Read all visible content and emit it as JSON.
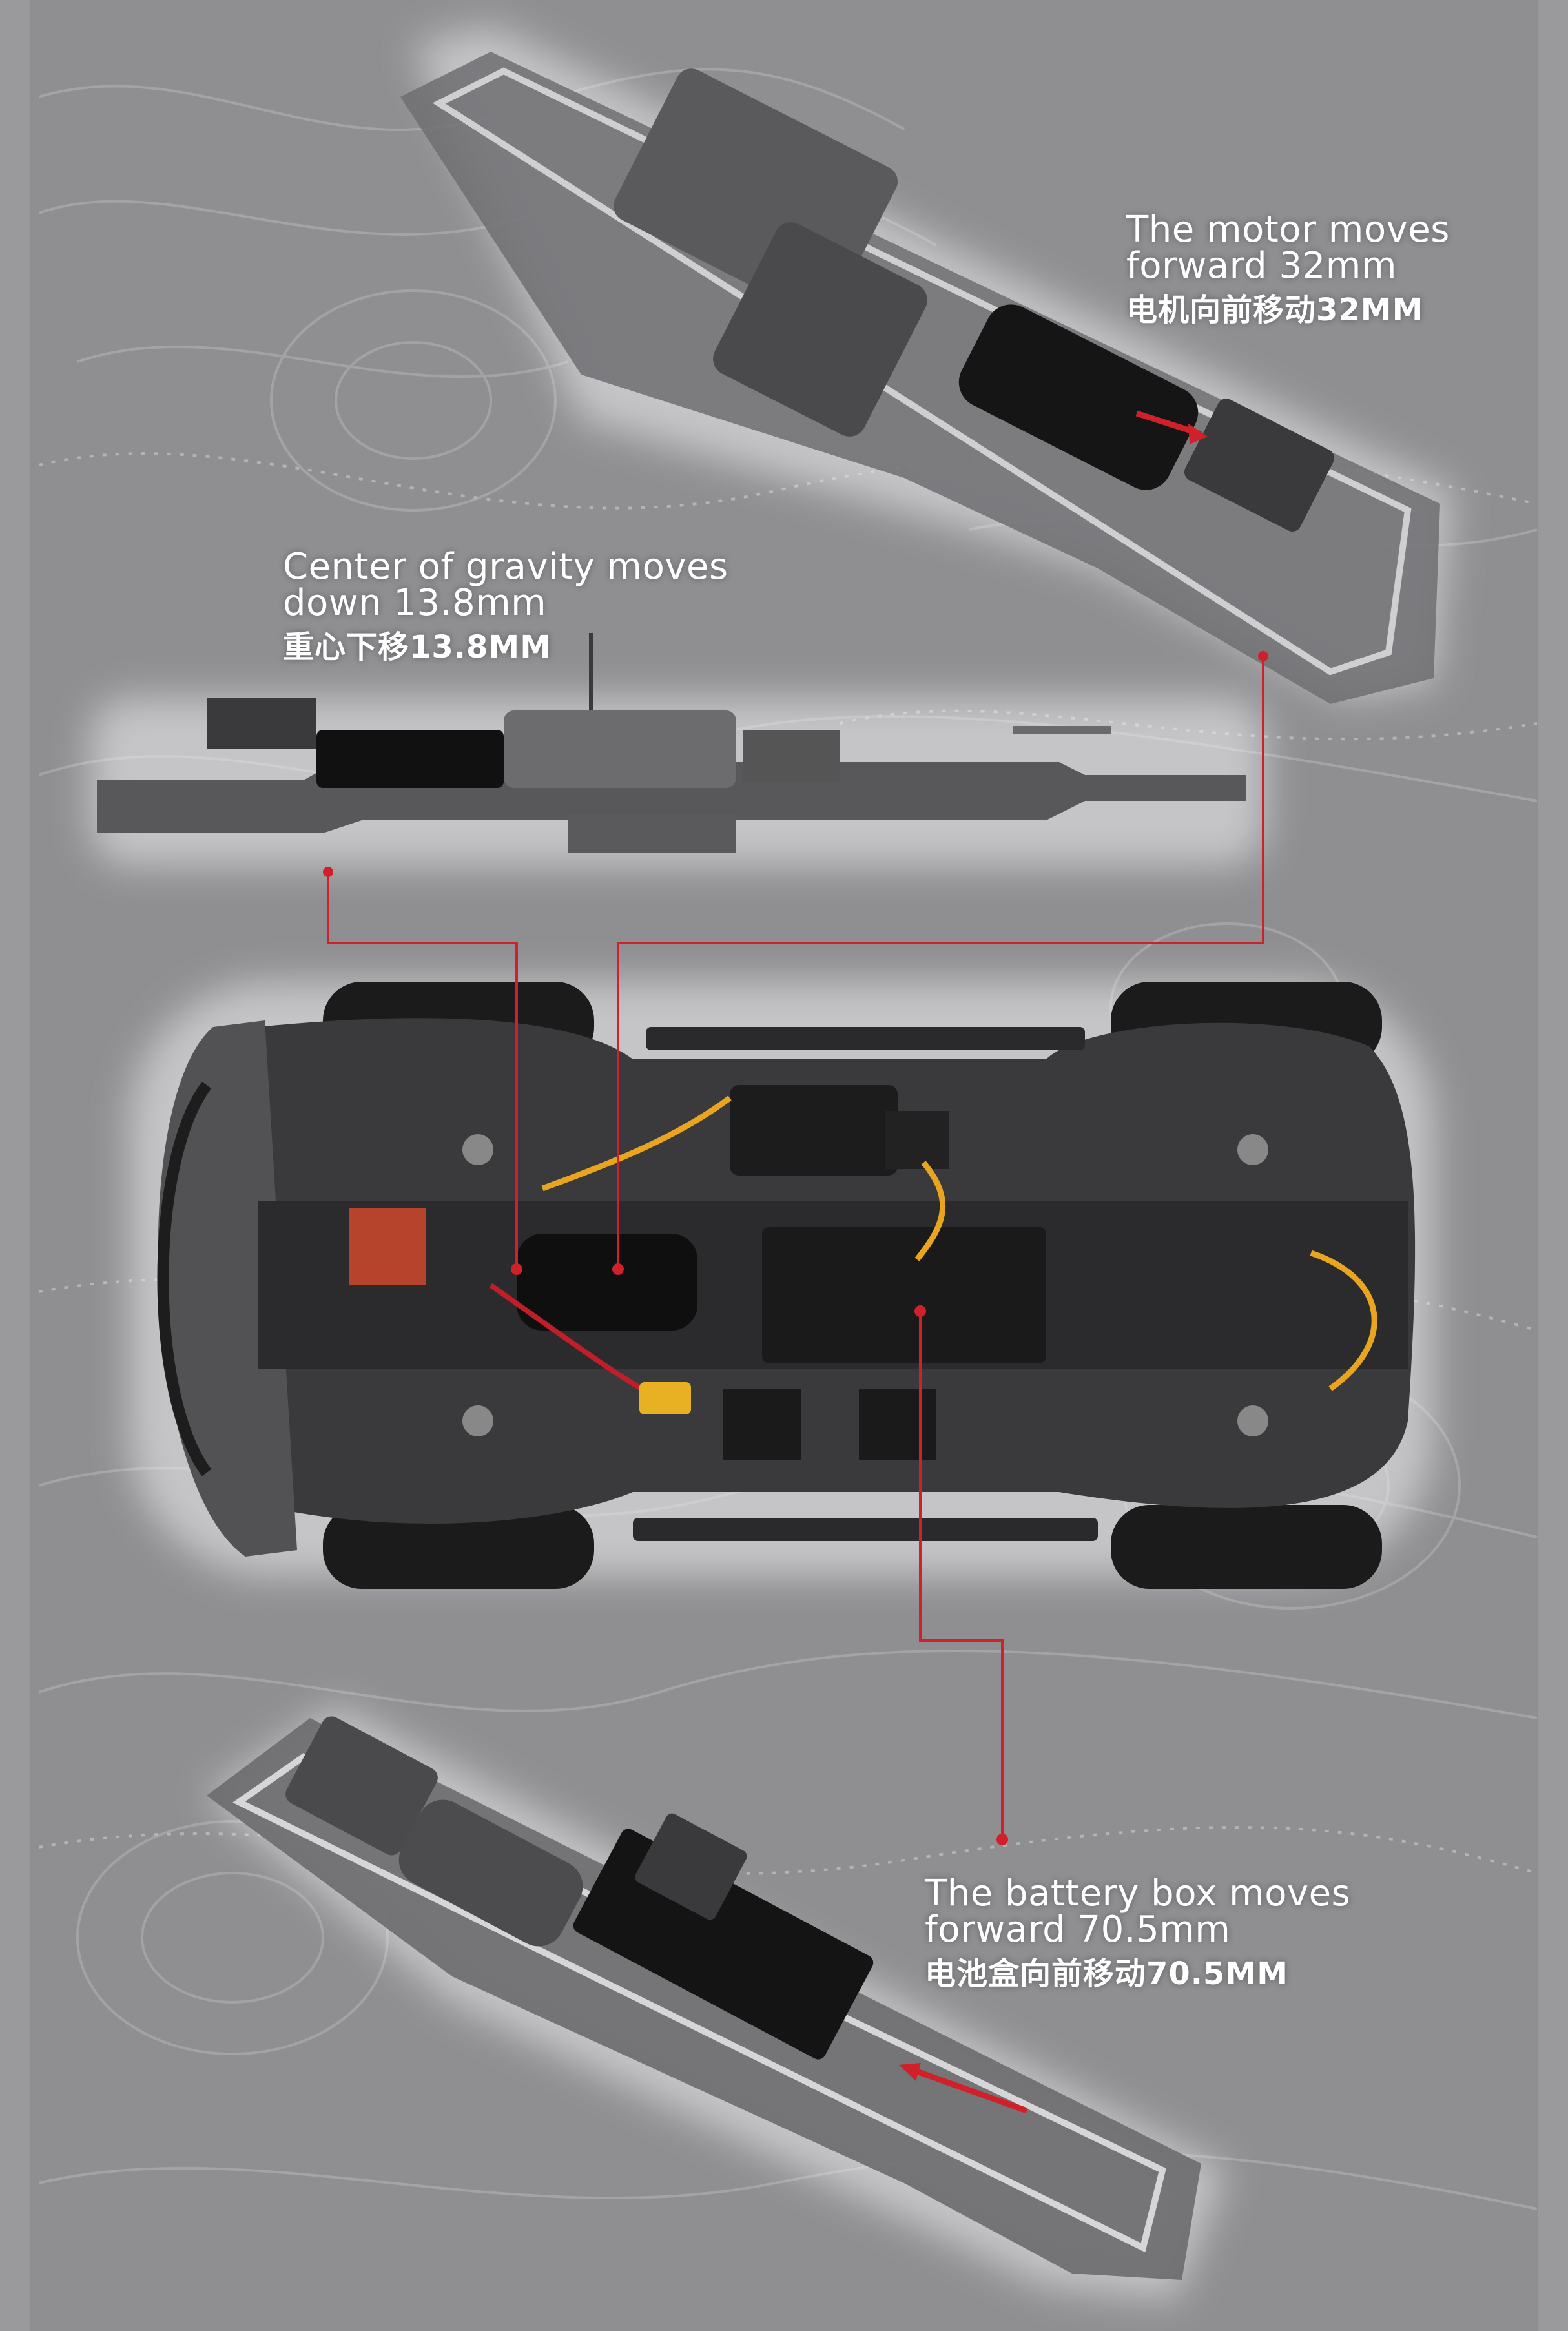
{
  "annotations": {
    "motor": {
      "en_line1": "The motor moves",
      "en_line2": "forward 32mm",
      "cn": "电机向前移动32MM"
    },
    "gravity": {
      "en_line1": "Center of gravity moves",
      "en_line2": "down 13.8mm",
      "cn": "重心下移13.8MM"
    },
    "battery": {
      "en_line1": "The battery box moves",
      "en_line2": "forward 70.5mm",
      "cn": "电池盒向前移动70.5MM"
    }
  },
  "colors": {
    "background": "#8f8f92",
    "callout_line": "#d0202a",
    "text": "#ffffff"
  },
  "images": [
    "chassis-top-isometric",
    "chassis-side-profile",
    "vehicle-underside",
    "chassis-bottom-isometric"
  ]
}
